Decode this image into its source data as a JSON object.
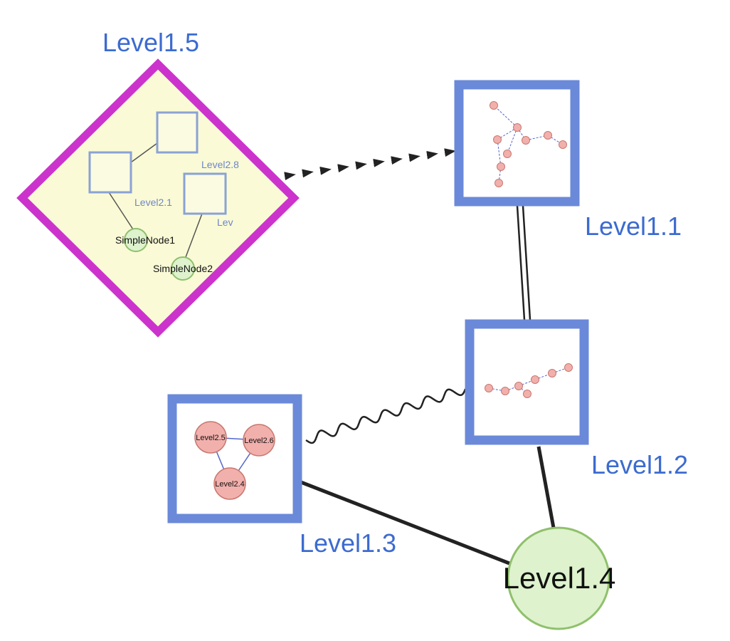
{
  "diagram": {
    "type": "nested-graph",
    "top_nodes": {
      "level15": {
        "label": "Level1.5",
        "shape": "diamond"
      },
      "level11": {
        "label": "Level1.1",
        "shape": "square"
      },
      "level12": {
        "label": "Level1.2",
        "shape": "square"
      },
      "level13": {
        "label": "Level1.3",
        "shape": "square"
      },
      "level14": {
        "label": "Level1.4",
        "shape": "circle"
      }
    },
    "level15_children": {
      "level28": {
        "label": "Level2.8",
        "shape": "square"
      },
      "level21": {
        "label": "Level2.1",
        "shape": "square"
      },
      "lev": {
        "label": "Lev",
        "shape": "square"
      },
      "simple1": {
        "label": "SimpleNode1",
        "shape": "circle"
      },
      "simple2": {
        "label": "SimpleNode2",
        "shape": "circle"
      }
    },
    "level13_children": {
      "level25": {
        "label": "Level2.5",
        "shape": "circle"
      },
      "level26": {
        "label": "Level2.6",
        "shape": "circle"
      },
      "level24": {
        "label": "Level2.4",
        "shape": "circle"
      }
    },
    "edges": [
      {
        "from": "Level1.5",
        "to": "Level1.1",
        "style": "dashed-arrowheads"
      },
      {
        "from": "Level1.1",
        "to": "Level1.2",
        "style": "double-line"
      },
      {
        "from": "Level1.3",
        "to": "Level1.2",
        "style": "squiggle"
      },
      {
        "from": "Level1.3",
        "to": "Level1.4",
        "style": "solid-thick"
      },
      {
        "from": "Level1.2",
        "to": "Level1.4",
        "style": "solid-thick"
      }
    ]
  },
  "colors": {
    "label_blue": "#3c6bd0",
    "child_label_blue": "#6e86c8",
    "text_black": "#111111",
    "diamond_stroke": "#cc33cc",
    "diamond_fill": "#fafad6",
    "box_stroke": "#6b89d9",
    "box_fill": "#ffffff",
    "inner_square_stroke": "#8aa2d4",
    "inner_square_fill": "#fbfbe2",
    "green_fill": "#def2cd",
    "green_stroke": "#8fc06c",
    "pink_fill": "#f2b0ac",
    "pink_stroke": "#c87870",
    "edge_color": "#222222",
    "mini_edge_blue": "#5566cc",
    "inner_edge_gray": "#555555"
  }
}
